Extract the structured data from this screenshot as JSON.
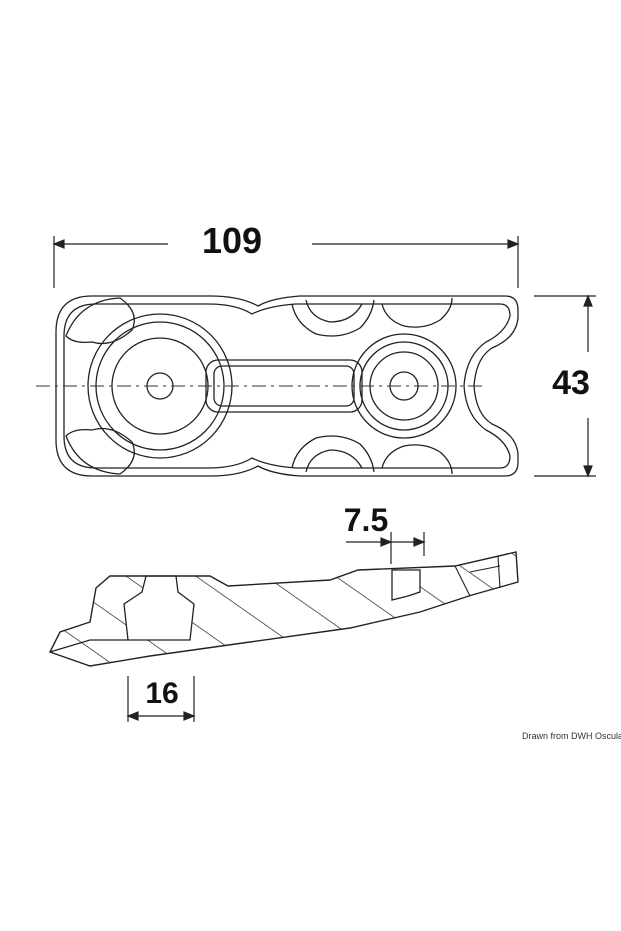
{
  "dimensions": {
    "length": "109",
    "height": "43",
    "hole_offset": "7.5",
    "base_width": "16"
  },
  "credit": "Drawn from DWH Osculati Srl",
  "colors": {
    "line": "#222222",
    "background": "#ffffff"
  }
}
